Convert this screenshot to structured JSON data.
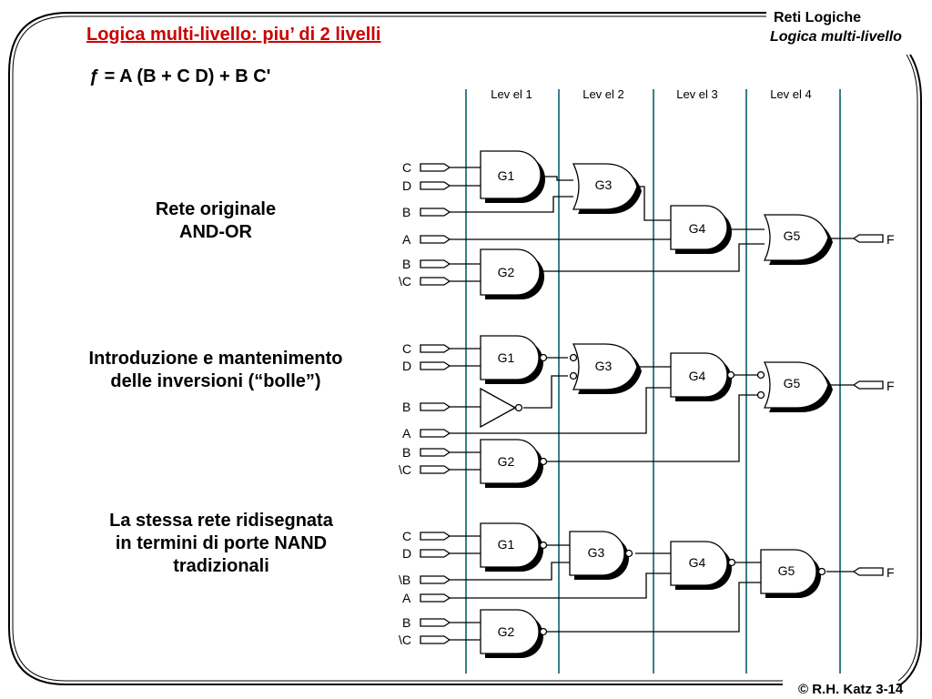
{
  "header": {
    "course": "Reti Logiche",
    "topic": "Logica multi-livello"
  },
  "slide": {
    "title": "Logica multi-livello: piu’ di 2 livelli",
    "equation": "ƒ = A (B + C D) + B C'",
    "footer": "© R.H. Katz 3-14"
  },
  "levels": [
    "Lev el 1",
    "Lev el 2",
    "Lev el 3",
    "Lev el 4"
  ],
  "sections": [
    {
      "caption": [
        "Rete originale",
        "AND-OR"
      ],
      "inputs": [
        "C",
        "D",
        "B",
        "A",
        "B",
        "\\C"
      ],
      "gates": [
        "G1",
        "G3",
        "G4",
        "G5",
        "G2"
      ],
      "output": "F"
    },
    {
      "caption": [
        "Introduzione e mantenimento",
        "delle inversioni (“bolle”)"
      ],
      "inputs": [
        "C",
        "D",
        "B",
        "A",
        "B",
        "\\C"
      ],
      "gates": [
        "G1",
        "G3",
        "G4",
        "G5",
        "G2"
      ],
      "output": "F"
    },
    {
      "caption": [
        "La stessa rete ridisegnata",
        "in termini di porte NAND",
        "tradizionali"
      ],
      "inputs": [
        "C",
        "D",
        "\\B",
        "A",
        "B",
        "\\C"
      ],
      "gates": [
        "G1",
        "G3",
        "G4",
        "G5",
        "G2"
      ],
      "output": "F"
    }
  ]
}
